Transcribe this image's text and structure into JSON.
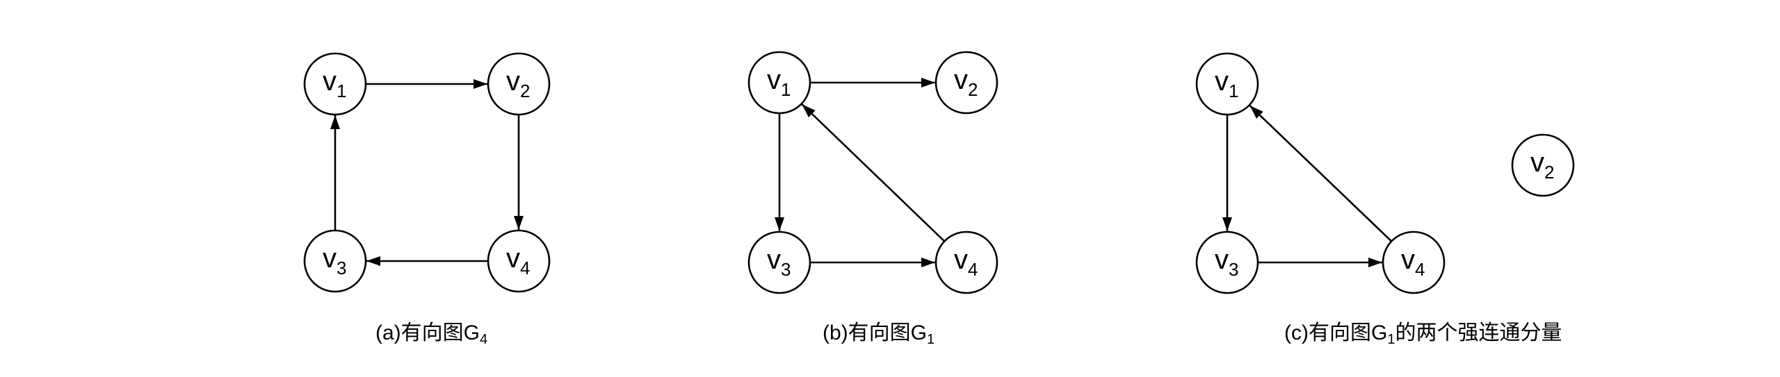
{
  "diagrams": [
    {
      "id": "a",
      "caption": {
        "prefix": "(a)有向图G",
        "sub": "4",
        "suffix": ""
      },
      "nodes": [
        {
          "id": "v1",
          "base": "v",
          "sub": "1"
        },
        {
          "id": "v2",
          "base": "v",
          "sub": "2"
        },
        {
          "id": "v3",
          "base": "v",
          "sub": "3"
        },
        {
          "id": "v4",
          "base": "v",
          "sub": "4"
        }
      ],
      "edges": [
        {
          "from": "v1",
          "to": "v2"
        },
        {
          "from": "v2",
          "to": "v4"
        },
        {
          "from": "v4",
          "to": "v3"
        },
        {
          "from": "v3",
          "to": "v1"
        }
      ]
    },
    {
      "id": "b",
      "caption": {
        "prefix": "(b)有向图G",
        "sub": "1",
        "suffix": ""
      },
      "nodes": [
        {
          "id": "v1",
          "base": "v",
          "sub": "1"
        },
        {
          "id": "v2",
          "base": "v",
          "sub": "2"
        },
        {
          "id": "v3",
          "base": "v",
          "sub": "3"
        },
        {
          "id": "v4",
          "base": "v",
          "sub": "4"
        }
      ],
      "edges": [
        {
          "from": "v1",
          "to": "v2"
        },
        {
          "from": "v1",
          "to": "v3"
        },
        {
          "from": "v3",
          "to": "v4"
        },
        {
          "from": "v4",
          "to": "v1"
        }
      ]
    },
    {
      "id": "c",
      "caption": {
        "prefix": "(c)有向图G",
        "sub": "1",
        "suffix": "的两个强连通分量"
      },
      "nodes": [
        {
          "id": "v1",
          "base": "v",
          "sub": "1"
        },
        {
          "id": "v2",
          "base": "v",
          "sub": "2"
        },
        {
          "id": "v3",
          "base": "v",
          "sub": "3"
        },
        {
          "id": "v4",
          "base": "v",
          "sub": "4"
        }
      ],
      "edges": [
        {
          "from": "v1",
          "to": "v3"
        },
        {
          "from": "v3",
          "to": "v4"
        },
        {
          "from": "v4",
          "to": "v1"
        }
      ]
    }
  ]
}
